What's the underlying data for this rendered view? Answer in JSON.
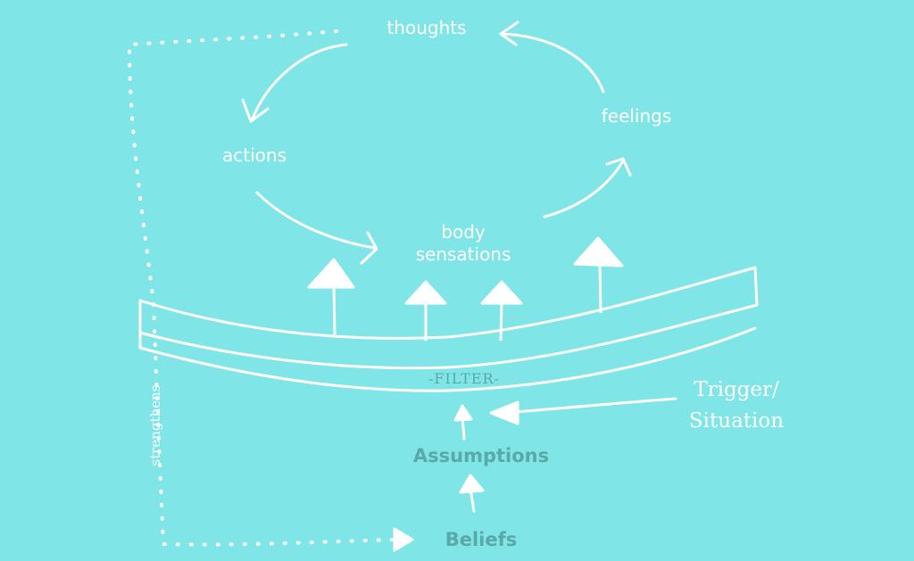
{
  "diagram": {
    "nodes": {
      "thoughts": "thoughts",
      "feelings": "feelings",
      "actions": "actions",
      "body_sensations_line1": "body",
      "body_sensations_line2": "sensations",
      "filter": "-FILTER-",
      "trigger_line1": "Trigger/",
      "trigger_line2": "Situation",
      "assumptions": "Assumptions",
      "beliefs": "Beliefs",
      "strengthens": "strengthens"
    },
    "colors": {
      "background": "#7fe5e6",
      "stroke": "#ffffff",
      "muted_text": "#5aa9a9"
    }
  }
}
